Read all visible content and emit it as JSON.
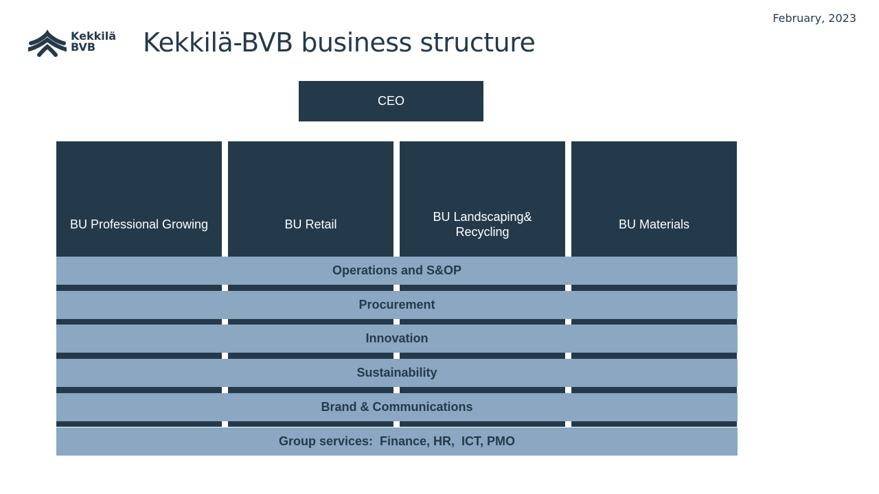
{
  "date": "February, 2023",
  "logo": {
    "line1": "Kekkilä",
    "line2": "BVB",
    "icon": "kekkila-bvb-logo-mark"
  },
  "title": "Kekkilä-BVB business structure",
  "ceo": "CEO",
  "business_units": [
    {
      "label": "BU Professional Growing"
    },
    {
      "label": "BU Retail"
    },
    {
      "label": "BU Landscaping& Recycling"
    },
    {
      "label": "BU Materials"
    }
  ],
  "functions": [
    {
      "label": "Operations and S&OP"
    },
    {
      "label": "Procurement"
    },
    {
      "label": "Innovation"
    },
    {
      "label": "Sustainability"
    },
    {
      "label": "Brand & Communications"
    },
    {
      "label": "Group services:  Finance, HR,  ICT, PMO"
    }
  ],
  "colors": {
    "dark": "#243a4b",
    "band": "#8ba7c1",
    "background": "#ffffff"
  }
}
